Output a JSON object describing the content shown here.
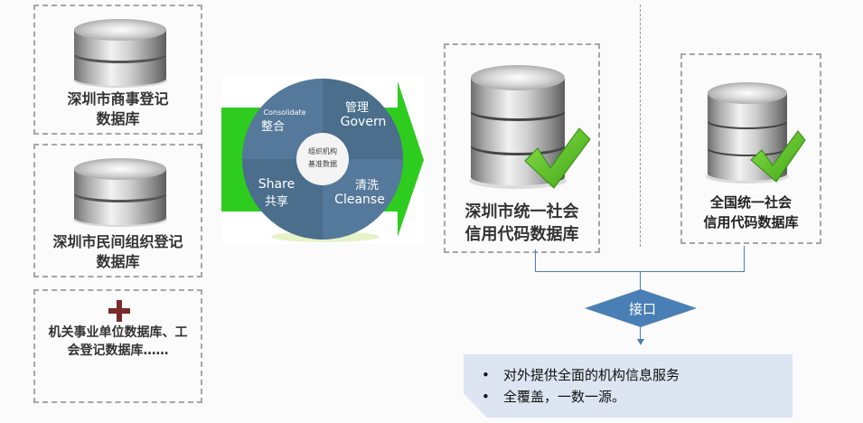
{
  "left_sources": [
    {
      "title_line1": "深圳市商事登记",
      "title_line2": "数据库",
      "icon": "database-icon"
    },
    {
      "title_line1": "深圳市民间组织登记",
      "title_line2": "数据库",
      "icon": "database-icon"
    },
    {
      "plus_icon": "+",
      "title_line1": "机关事业单位数据库、工",
      "title_line2": "会登记数据库……"
    }
  ],
  "process_cycle": {
    "center_line1": "组织机构",
    "center_line2": "基准数据",
    "segments": [
      {
        "en": "Consolidate",
        "zh": "整合"
      },
      {
        "zh": "管理",
        "en": "Govern"
      },
      {
        "zh": "清洗",
        "en": "Cleanse"
      },
      {
        "en": "Share",
        "zh": "共享"
      }
    ],
    "arrow_color": "#2ecc1f",
    "wheel_color": "#4f7391"
  },
  "targets": [
    {
      "title_line1": "深圳市统一社会",
      "title_line2": "信用代码数据库",
      "icon": "database-check-icon"
    },
    {
      "title_line1": "全国统一社会",
      "title_line2": "信用代码数据库",
      "icon": "database-check-icon"
    }
  ],
  "interface": {
    "label": "接口",
    "color": "#4a7fb5"
  },
  "services": {
    "bullet": "•",
    "items": [
      "对外提供全面的机构信息服务",
      "全覆盖，一数一源。"
    ],
    "background": "#dce5f1"
  }
}
